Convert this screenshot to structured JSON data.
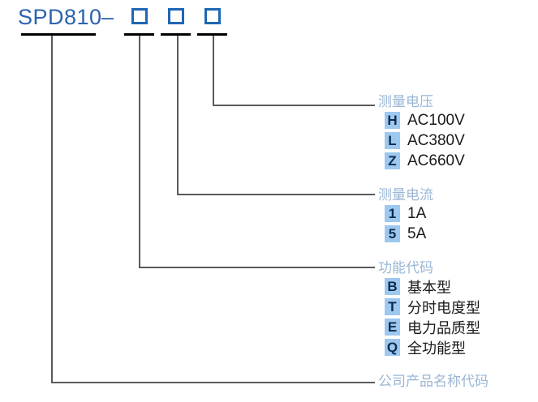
{
  "model": {
    "name": "SPD810",
    "separator": "–",
    "placeholder_count": 3
  },
  "colors": {
    "model_text": "#2a63b0",
    "square_border": "#1f66b5",
    "badge_bg": "#9dc8ef",
    "badge_text": "#0f2a50",
    "group_title": "#9ab6d4",
    "leader_line": "#5a5a5a",
    "tick_bar": "#000000",
    "option_text": "#1a1a1a"
  },
  "groups": [
    {
      "id": "voltage",
      "title": "测量电压",
      "options": [
        {
          "code": "H",
          "label": "AC100V"
        },
        {
          "code": "L",
          "label": "AC380V"
        },
        {
          "code": "Z",
          "label": "AC660V"
        }
      ]
    },
    {
      "id": "current",
      "title": "测量电流",
      "options": [
        {
          "code": "1",
          "label": "1A"
        },
        {
          "code": "5",
          "label": "5A"
        }
      ]
    },
    {
      "id": "function",
      "title": "功能代码",
      "options": [
        {
          "code": "B",
          "label": "基本型"
        },
        {
          "code": "T",
          "label": "分时电度型"
        },
        {
          "code": "E",
          "label": "电力品质型"
        },
        {
          "code": "Q",
          "label": "全功能型"
        }
      ]
    },
    {
      "id": "company",
      "title": "公司产品名称代码",
      "options": []
    }
  ]
}
